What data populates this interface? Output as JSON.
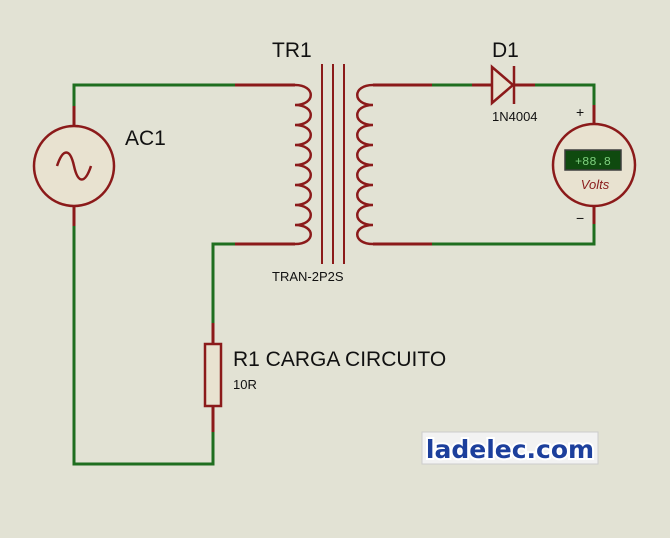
{
  "components": {
    "transformer": {
      "ref": "TR1",
      "value": "TRAN-2P2S"
    },
    "diode": {
      "ref": "D1",
      "value": "1N4004"
    },
    "source": {
      "ref": "AC1"
    },
    "resistor": {
      "ref": "R1 CARGA CIRCUITO",
      "value": "10R"
    },
    "voltmeter": {
      "display": "+88.8",
      "unit": "Volts",
      "plus": "+",
      "minus": "−"
    }
  },
  "watermark": "ladelec.com",
  "colors": {
    "background": "#e2e2d4",
    "wire": "#1f6e1f",
    "component": "#8b1a1a",
    "fill": "#e8e2d0",
    "lcd_bg": "#0f4a0f"
  }
}
